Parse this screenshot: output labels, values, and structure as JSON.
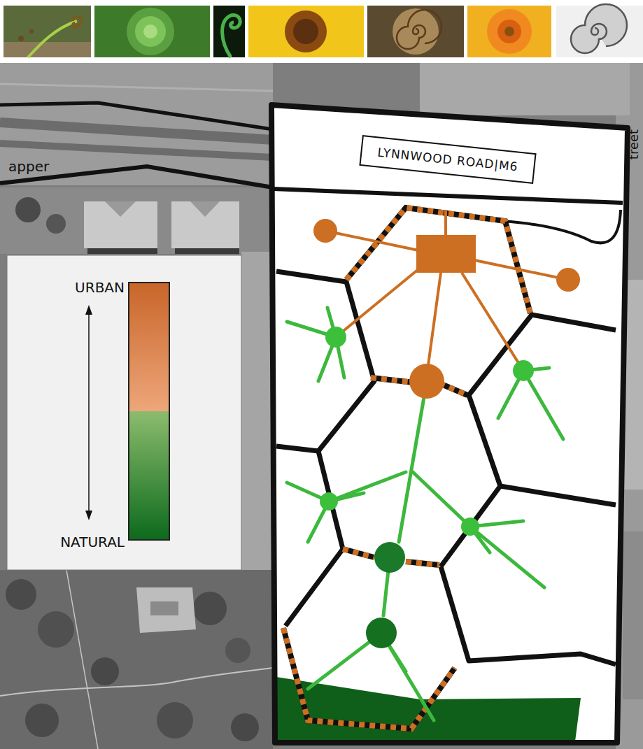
{
  "diagram": {
    "nodes": [
      {
        "text": [
          "LYNNWOOD ROAD|M6"
        ]
      }
    ],
    "labels": [
      "apper",
      "treet"
    ],
    "legend": [
      {
        "text": "URBAN",
        "color": "#c8662a"
      },
      {
        "text": "NATURAL",
        "color": "#0d6a1c"
      }
    ]
  }
}
